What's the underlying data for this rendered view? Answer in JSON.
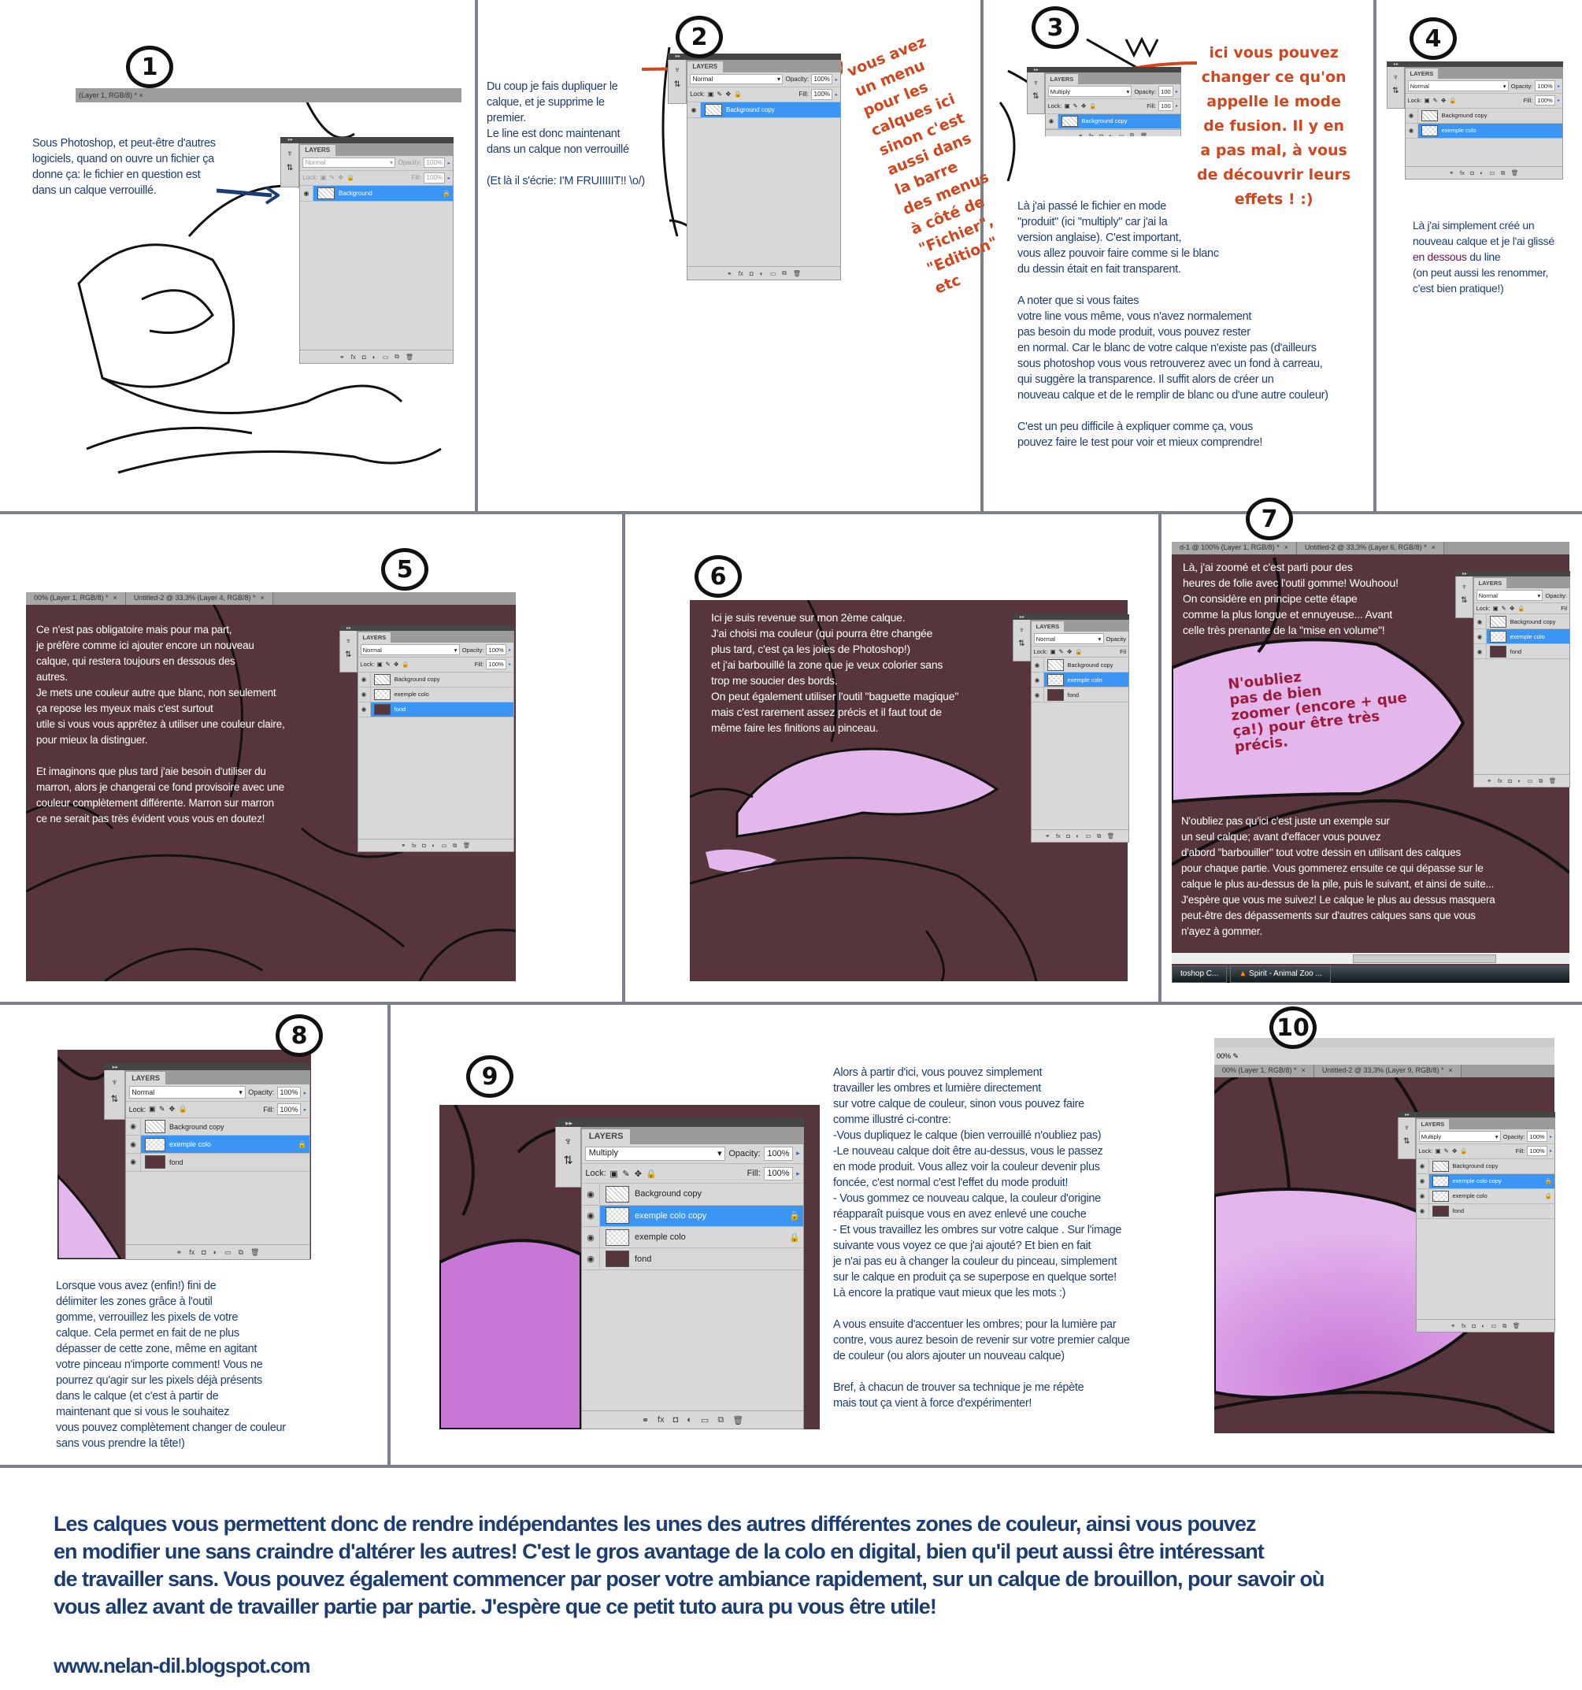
{
  "colors": {
    "text_blue": "#1c3d72",
    "annotation_red": "#d2461e",
    "canvas_brown": "#56363c",
    "color_pink": "#e3b6ec",
    "selection_blue": "#3a95f5",
    "note_darkred": "#9b1b3a",
    "highlight_purple": "#6b1545"
  },
  "steps": [
    {
      "number": "1",
      "text": "Sous Photoshop, et peut-être d'autres\nlogiciels, quand on ouvre un fichier ça\ndonne ça: le fichier en question est\n dans un calque verrouillé.",
      "doc_tabs": [
        "(Layer 1, RGB/8) *"
      ]
    },
    {
      "number": "2",
      "text": "Du coup je fais dupliquer le\ncalque, et je supprime le\npremier.\nLe line est donc maintenant\ndans un calque non verrouillé\n\n(Et là il s'écrie: I'M FRUIIIIIT!! \\o/)",
      "annotation": "vous avez\nun menu\npour les\ncalques ici\nsinon c'est\naussi dans\nla barre\ndes menus\nà côté de\n\"Fichier\",\n\"Edition\"\netc"
    },
    {
      "number": "3",
      "annotation": "ici vous pouvez\nchanger ce qu'on\nappelle le mode\nde fusion. Il y en\na pas mal, à vous\nde découvrir leurs\neffets ! :)",
      "text": "Là j'ai passé le fichier en mode\n\"produit\" (ici \"multiply\" car j'ai la\nversion anglaise). C'est important,\nvous allez pouvoir faire comme si le blanc\ndu dessin était en fait transparent.\n\nA noter que si vous faites\nvotre line vous même, vous n'avez normalement\npas besoin du mode produit, vous pouvez rester\nen normal. Car le blanc de votre calque n'existe pas (d'ailleurs\nsous photoshop vous vous retrouverez avec un fond à carreau,\nqui suggère la transparence. Il suffit alors de créer un\nnouveau calque et de le remplir de blanc ou d'une autre couleur)\n\nC'est un peu difficile à expliquer comme ça, vous\npouvez faire le test pour voir et mieux comprendre!"
    },
    {
      "number": "4",
      "text_before": "Là j'ai simplement créé un\nnouveau calque et je l'ai glissé\n",
      "text_highlight": "en dessous",
      "text_after": " du line\n(on peut aussi les renommer,\nc'est bien pratique!)"
    },
    {
      "number": "5",
      "text": "Ce n'est pas obligatoire mais pour ma part,\nje préfère comme ici ajouter encore un nouveau\ncalque, qui restera toujours en dessous des\nautres.\nJe mets une couleur autre que blanc, non seulement\nça repose les myeux mais c'est surtout\nutile si vous vous apprêtez à utiliser une couleur claire,\npour mieux la distinguer.\n\nEt imaginons que plus tard j'aie besoin d'utiliser du\nmarron, alors je changerai ce fond provisoire avec une\ncouleur complètement différente. Marron sur marron\nce ne serait pas très évident vous vous en doutez!",
      "doc_tabs": [
        "00% (Layer 1, RGB/8) *",
        "Untitled-2 @ 33,3% (Layer 4, RGB/8) *"
      ]
    },
    {
      "number": "6",
      "text": "Ici je suis revenue sur mon 2ème calque.\nJ'ai choisi ma couleur (qui pourra être changée\nplus tard, c'est ça les joies de Photoshop!)\net j'ai barbouillé la zone que je veux colorier sans\ntrop me soucier des bords.\nOn peut également utiliser l'outil \"baguette magique\"\nmais c'est rarement assez précis et il faut tout de\nmême faire les finitions au pinceau."
    },
    {
      "number": "7",
      "text": "Là, j'ai zoomé et c'est parti pour des\nheures de folie avec l'outil gomme! Wouhoou!\nOn considère en principe cette étape\ncomme la plus longue et ennuyeuse... Avant\ncelle très prenante de la \"mise en volume\"!",
      "annotation": "N'oubliez\npas de bien\nzoomer (encore + que\nça!) pour être très\nprécis.",
      "text2": "N'oubliez pas qu'ici c'est juste un exemple sur\nun seul calque; avant d'effacer vous pouvez\nd'abord \"barbouiller\" tout votre dessin en utilisant des calques\npour chaque partie. Vous gommerez ensuite ce qui dépasse sur le\ncalque le plus au-dessus de la pile, puis le suivant, et ainsi de suite...\nJ'espère que vous me suivez! Le calque le plus au dessus masquera\npeut-être des dépassements sur d'autres calques sans que vous\nn'ayez à gommer.",
      "doc_tabs": [
        "d-1 @ 100% (Layer 1, RGB/8) *",
        "Untitled-2 @ 33,3% (Layer 6, RGB/8) *"
      ],
      "taskbar": [
        "toshop C...",
        "Spirit - Animal Zoo ..."
      ]
    },
    {
      "number": "8",
      "text": "Lorsque vous avez (enfin!) fini de\ndélimiter les zones grâce à l'outil\ngomme, verrouillez les pixels de votre\ncalque. Cela permet en fait de ne plus\ndépasser de cette zone, même en agitant\nvotre pinceau n'importe comment! Vous ne\npourrez qu'agir sur les pixels déjà présents\ndans le calque (et c'est à partir de\nmaintenant que si vous le souhaitez\nvous pouvez complètement changer de couleur\nsans vous prendre la tête!)"
    },
    {
      "number": "9",
      "text": "Alors à partir d'ici, vous pouvez simplement\ntravailler les ombres et lumière directement\nsur votre calque de couleur, sinon vous pouvez faire\ncomme illustré ci-contre:\n-Vous dupliquez le calque (bien verrouillé n'oubliez pas)\n-Le nouveau calque doit être au-dessus, vous le passez\nen mode produit. Vous allez voir la couleur devenir plus\nfoncée, c'est normal c'est l'effet du mode produit!\n- Vous gommez ce nouveau calque, la couleur d'origine\nréapparaît puisque vous en avez enlevé une couche\n- Et vous travaillez les ombres sur votre calque . Sur l'image\nsuivante vous voyez ce que j'ai ajouté? Et bien en fait\nje n'ai pas eu à changer la couleur du pinceau, simplement\nsur le calque en produit ça se superpose en quelque sorte!\nLà encore la pratique vaut mieux que les mots :)\n\nA vous ensuite d'accentuer les ombres; pour la lumière par\ncontre, vous aurez besoin de revenir sur votre premier calque\nde couleur (ou alors ajouter un nouveau calque)\n\nBref, à chacun de trouver sa technique je me répète\nmais tout ça vient à force d'expérimenter!"
    },
    {
      "number": "10",
      "doc_tabs": [
        "00% (Layer 1, RGB/8) *",
        "Untitled-2 @ 33,3% (Layer 9, RGB/8) *"
      ],
      "toolbar_zoom": "00%"
    }
  ],
  "layers_panels": {
    "p1": {
      "tab": "LAYERS",
      "blend": "Normal",
      "opacity_label": "Opacity:",
      "opacity": "100%",
      "lock_label": "Lock:",
      "fill_label": "Fill:",
      "fill": "100%",
      "layers": [
        {
          "name": "Background",
          "thumb": "sketch",
          "selected": true,
          "locked": true
        }
      ]
    },
    "p2": {
      "tab": "LAYERS",
      "blend": "Normal",
      "opacity_label": "Opacity:",
      "opacity": "100%",
      "lock_label": "Lock:",
      "fill_label": "Fill:",
      "fill": "100%",
      "layers": [
        {
          "name": "Background copy",
          "thumb": "sketch",
          "selected": true
        }
      ]
    },
    "p3": {
      "tab": "LAYERS",
      "blend": "Multiply",
      "opacity_label": "Opacity:",
      "opacity": "100",
      "lock_label": "Lock:",
      "fill_label": "Fill:",
      "fill": "100",
      "layers": [
        {
          "name": "Background copy",
          "thumb": "sketch",
          "selected": true
        }
      ]
    },
    "p4": {
      "tab": "LAYERS",
      "blend": "Normal",
      "opacity_label": "Opacity:",
      "opacity": "100%",
      "lock_label": "Lock:",
      "fill_label": "Fill:",
      "fill": "100%",
      "layers": [
        {
          "name": "Background copy",
          "thumb": "sketch"
        },
        {
          "name": "exemple colo",
          "thumb": "trans",
          "selected": true
        }
      ]
    },
    "p5": {
      "tab": "LAYERS",
      "blend": "Normal",
      "opacity_label": "Opacity:",
      "opacity": "100%",
      "lock_label": "Lock:",
      "fill_label": "Fill:",
      "fill": "100%",
      "layers": [
        {
          "name": "Background copy",
          "thumb": "sketch"
        },
        {
          "name": "exemple colo",
          "thumb": "trans"
        },
        {
          "name": "fond",
          "thumb": "fill",
          "selected": true
        }
      ]
    },
    "p6": {
      "tab": "LAYERS",
      "blend": "Normal",
      "opacity_label": "Opacity",
      "opacity": "",
      "lock_label": "Lock:",
      "fill_label": "Fil",
      "fill": "",
      "layers": [
        {
          "name": "Background copy",
          "thumb": "sketch"
        },
        {
          "name": "exemple colo",
          "thumb": "trans",
          "selected": true
        },
        {
          "name": "fond",
          "thumb": "fill"
        }
      ]
    },
    "p7": {
      "tab": "LAYERS",
      "blend": "Normal",
      "opacity_label": "Opacity:",
      "opacity": "",
      "lock_label": "Lock:",
      "fill_label": "Fil",
      "fill": "",
      "layers": [
        {
          "name": "Background copy",
          "thumb": "sketch"
        },
        {
          "name": "exemple colo",
          "thumb": "trans",
          "selected": true
        },
        {
          "name": "fond",
          "thumb": "fill"
        }
      ]
    },
    "p8": {
      "tab": "LAYERS",
      "blend": "Normal",
      "opacity_label": "Opacity:",
      "opacity": "100%",
      "lock_label": "Lock:",
      "fill_label": "Fill:",
      "fill": "100%",
      "layers": [
        {
          "name": "Background copy",
          "thumb": "sketch"
        },
        {
          "name": "exemple colo",
          "thumb": "trans",
          "selected": true,
          "locked": true
        },
        {
          "name": "fond",
          "thumb": "fill"
        }
      ]
    },
    "p9": {
      "tab": "LAYERS",
      "blend": "Multiply",
      "opacity_label": "Opacity:",
      "opacity": "100%",
      "lock_label": "Lock:",
      "fill_label": "Fill:",
      "fill": "100%",
      "layers": [
        {
          "name": "Background copy",
          "thumb": "sketch"
        },
        {
          "name": "exemple colo copy",
          "thumb": "trans",
          "selected": true,
          "locked": true
        },
        {
          "name": "exemple colo",
          "thumb": "trans",
          "locked": true
        },
        {
          "name": "fond",
          "thumb": "fill"
        }
      ]
    },
    "p10": {
      "tab": "LAYERS",
      "blend": "Multiply",
      "opacity_label": "Opacity:",
      "opacity": "100%",
      "lock_label": "Lock:",
      "fill_label": "Fill:",
      "fill": "100%",
      "layers": [
        {
          "name": "Background copy",
          "thumb": "sketch"
        },
        {
          "name": "exemple colo copy",
          "thumb": "trans",
          "selected": true,
          "locked": true
        },
        {
          "name": "exemple colo",
          "thumb": "trans",
          "locked": true
        },
        {
          "name": "fond",
          "thumb": "fill"
        }
      ]
    }
  },
  "conclusion": {
    "text": "Les calques vous permettent donc de rendre indépendantes les unes des autres différentes zones de couleur, ainsi vous pouvez\nen modifier une sans craindre d'altérer les autres! C'est le gros avantage de la colo en digital, bien qu'il peut aussi être intéressant\nde travailler sans. Vous pouvez également commencer par poser votre ambiance rapidement, sur un calque de brouillon, pour savoir où\nvous allez avant de travailler partie par partie. J'espère que ce petit tuto aura pu vous être utile!",
    "link": "www.nelan-dil.blogspot.com"
  }
}
